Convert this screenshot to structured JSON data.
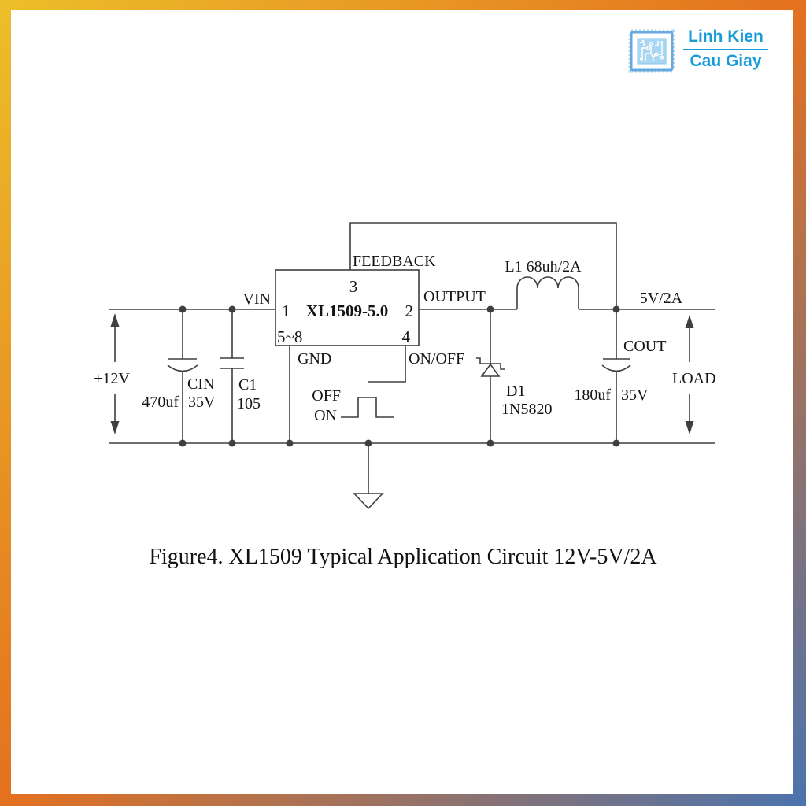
{
  "colors": {
    "frame_gradient_start": "#ecbf29",
    "frame_gradient_mid": "#e4711f",
    "frame_gradient_end": "#4a73ae",
    "wire": "#3f3f3f",
    "text": "#141414",
    "logo_blue": "#189cd8"
  },
  "logo": {
    "line1": "Linh Kien",
    "line2": "Cau Giay"
  },
  "circuit": {
    "ic": {
      "name": "XL1509-5.0",
      "pin_top": "3",
      "pin_left": "1",
      "pin_right": "2",
      "pin_bottom_left": "5~8",
      "pin_bottom_right": "4"
    },
    "pin_labels": {
      "feedback": "FEEDBACK",
      "vin": "VIN",
      "output": "OUTPUT",
      "gnd": "GND",
      "on_off": "ON/OFF"
    },
    "switch_waveform": {
      "off": "OFF",
      "on": "ON"
    },
    "input": {
      "voltage": "+12V"
    },
    "cin": {
      "name": "CIN",
      "value": "470uf",
      "rating": "35V"
    },
    "c1": {
      "name": "C1",
      "value": "105"
    },
    "inductor": {
      "label": "L1 68uh/2A"
    },
    "diode": {
      "name": "D1",
      "part": "1N5820"
    },
    "cout": {
      "name": "COUT",
      "value": "180uf",
      "rating": "35V"
    },
    "output": {
      "rating": "5V/2A",
      "load": "LOAD"
    }
  },
  "caption": "Figure4. XL1509 Typical Application Circuit 12V-5V/2A"
}
